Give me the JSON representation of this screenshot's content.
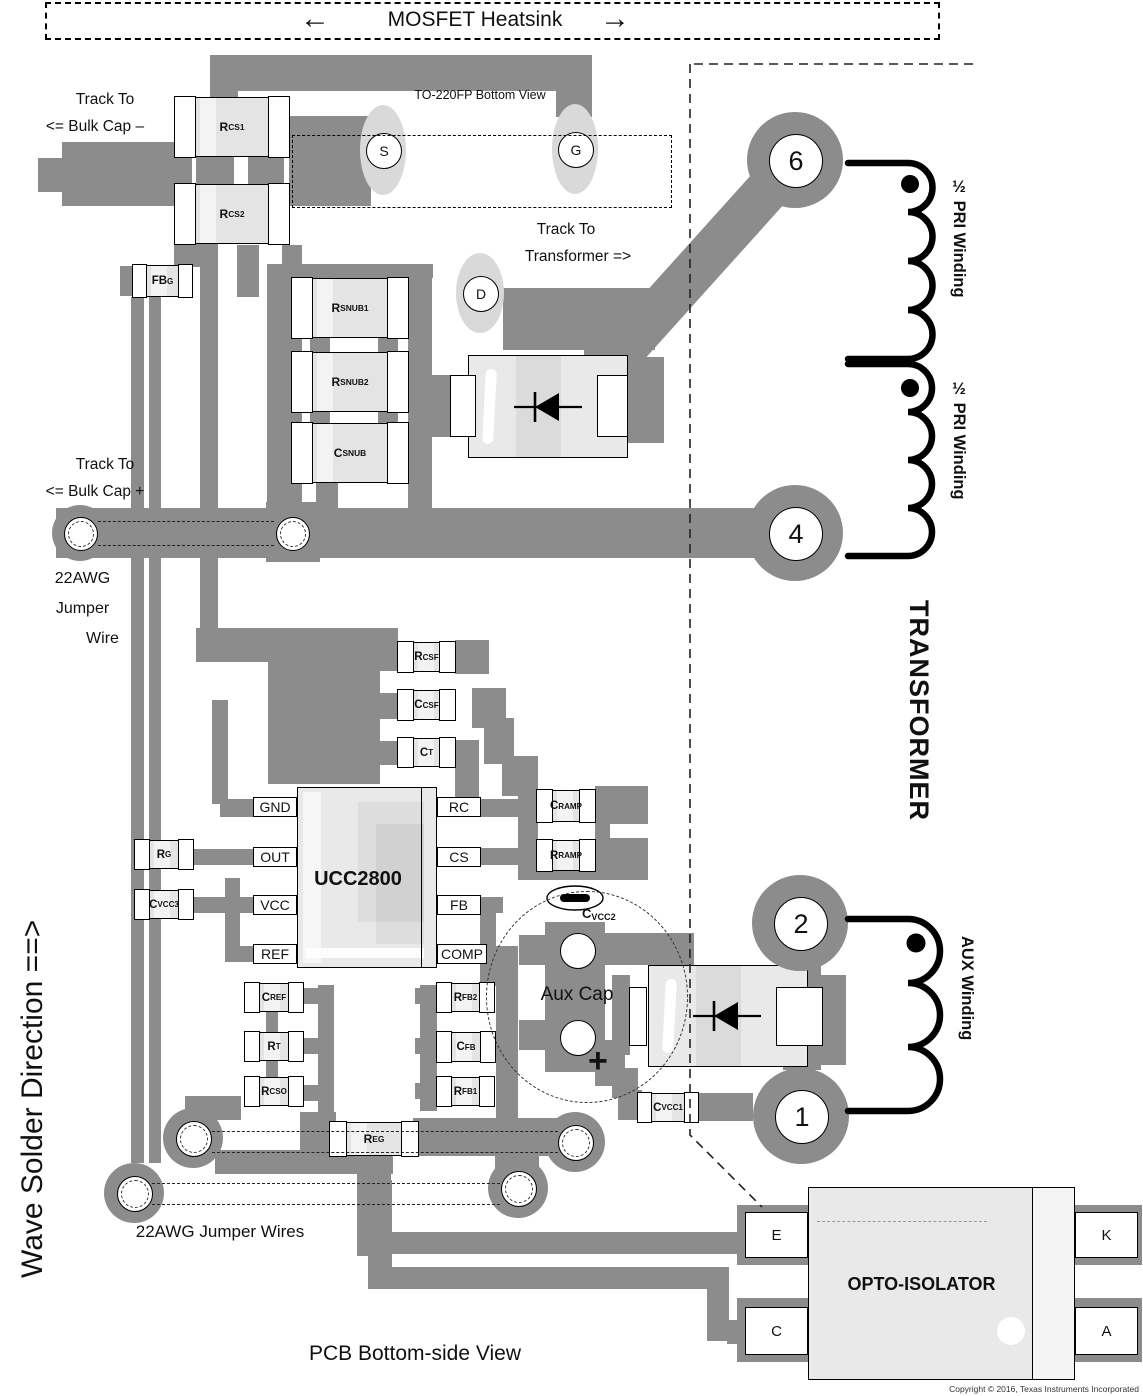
{
  "colors": {
    "trace": "#8c8c8c",
    "pad_halo": "#d9d9d9",
    "component_body": "#e4e4e4",
    "ic_body": "#e9e9e9",
    "ink": "#000000"
  },
  "header": {
    "heatsink_label": "MOSFET Heatsink",
    "left_arrow": "←",
    "right_arrow": "→",
    "to220_label": "TO-220FP Bottom View"
  },
  "labels": {
    "track_bulk_neg_1": "Track To",
    "track_bulk_neg_2": "<=  Bulk Cap –",
    "track_bulk_pos_1": "Track To",
    "track_bulk_pos_2": "<=  Bulk Cap +",
    "jumper_wire_1": "22AWG",
    "jumper_wire_2": "Jumper",
    "jumper_wire_3": "Wire",
    "jumper_wires": "22AWG Jumper Wires",
    "track_transformer_1": "Track To",
    "track_transformer_2": "Transformer  =>",
    "wave_solder": "Wave Solder Direction ==>",
    "aux_cap": "Aux Cap",
    "plus": "+",
    "transformer": "TRANSFORMER",
    "footer_title": "PCB Bottom-side View",
    "copyright": "Copyright © 2016, Texas Instruments Incorporated"
  },
  "cvcc2": {
    "main": "C",
    "sub": "VCC2"
  },
  "windings": [
    {
      "id": "pri1",
      "label": "½ PRI Winding"
    },
    {
      "id": "pri2",
      "label": "½ PRI Winding"
    },
    {
      "id": "aux",
      "label": "AUX Winding"
    }
  ],
  "transformer_pins": [
    "6",
    "4",
    "2",
    "1"
  ],
  "to220_pins": [
    "S",
    "G",
    "D"
  ],
  "ic": {
    "name": "UCC2800",
    "left_pins": [
      "GND",
      "OUT",
      "VCC",
      "REF"
    ],
    "right_pins": [
      "RC",
      "CS",
      "FB",
      "COMP"
    ]
  },
  "opto": {
    "name": "OPTO-ISOLATOR",
    "pins": [
      "E",
      "C",
      "K",
      "A"
    ]
  },
  "components": [
    {
      "id": "rcs1",
      "main": "R",
      "sub": "CS1"
    },
    {
      "id": "rcs2",
      "main": "R",
      "sub": "CS2"
    },
    {
      "id": "fbg",
      "main": "FB",
      "sub": "G"
    },
    {
      "id": "rsnub1",
      "main": "R",
      "sub": "SNUB1"
    },
    {
      "id": "rsnub2",
      "main": "R",
      "sub": "SNUB2"
    },
    {
      "id": "csnub",
      "main": "C",
      "sub": "SNUB"
    },
    {
      "id": "rcsf",
      "main": "R",
      "sub": "CSF"
    },
    {
      "id": "ccsf",
      "main": "C",
      "sub": "CSF"
    },
    {
      "id": "ct",
      "main": "C",
      "sub": "T"
    },
    {
      "id": "cramp",
      "main": "C",
      "sub": "RAMP"
    },
    {
      "id": "rramp",
      "main": "R",
      "sub": "RAMP"
    },
    {
      "id": "rg",
      "main": "R",
      "sub": "G"
    },
    {
      "id": "cvcc3",
      "main": "C",
      "sub": "VCC3"
    },
    {
      "id": "cref",
      "main": "C",
      "sub": "REF"
    },
    {
      "id": "rt",
      "main": "R",
      "sub": "T"
    },
    {
      "id": "rcso",
      "main": "R",
      "sub": "CSO"
    },
    {
      "id": "rfb2",
      "main": "R",
      "sub": "FB2"
    },
    {
      "id": "cfb",
      "main": "C",
      "sub": "FB"
    },
    {
      "id": "rfb1",
      "main": "R",
      "sub": "FB1"
    },
    {
      "id": "reg",
      "main": "R",
      "sub": "EG"
    },
    {
      "id": "cvcc1",
      "main": "C",
      "sub": "VCC1"
    }
  ]
}
